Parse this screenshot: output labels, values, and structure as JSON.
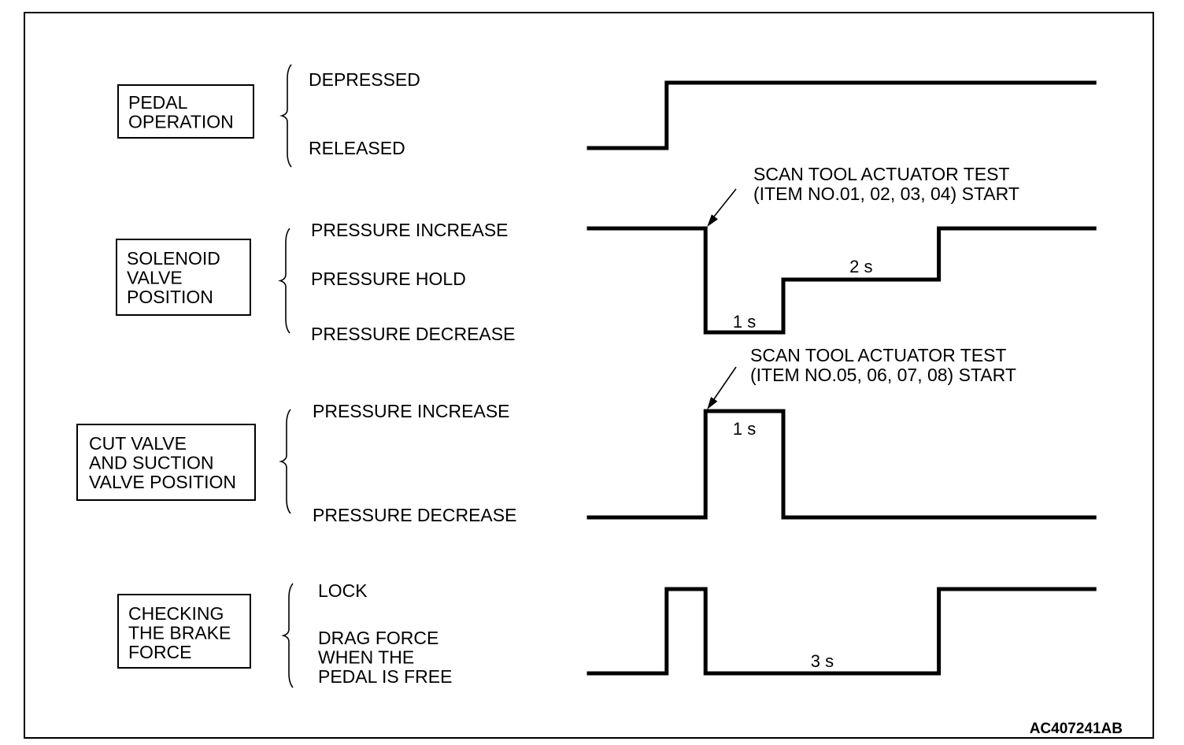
{
  "diagram": {
    "figure_code": "AC407241AB",
    "colors": {
      "line": "#000000",
      "background": "#ffffff"
    },
    "time_unit": "s",
    "rows": [
      {
        "id": "pedal",
        "title_lines": [
          "PEDAL",
          "OPERATION"
        ],
        "states": [
          "DEPRESSED",
          "RELEASED"
        ],
        "waveform": [
          {
            "from": 0,
            "to": 1,
            "state": "RELEASED"
          },
          {
            "from": 1,
            "to": 6.5,
            "state": "DEPRESSED"
          }
        ],
        "durations": []
      },
      {
        "id": "solenoid",
        "title_lines": [
          "SOLENOID",
          "VALVE",
          "POSITION"
        ],
        "states": [
          "PRESSURE INCREASE",
          "PRESSURE HOLD",
          "PRESSURE DECREASE"
        ],
        "waveform": [
          {
            "from": 0,
            "to": 1.5,
            "state": "PRESSURE INCREASE"
          },
          {
            "from": 1.5,
            "to": 2.5,
            "state": "PRESSURE DECREASE"
          },
          {
            "from": 2.5,
            "to": 4.5,
            "state": "PRESSURE HOLD"
          },
          {
            "from": 4.5,
            "to": 6.5,
            "state": "PRESSURE INCREASE"
          }
        ],
        "durations": [
          {
            "label": "1 s",
            "segment": 1
          },
          {
            "label": "2 s",
            "segment": 2
          }
        ],
        "annotation": {
          "lines": [
            "SCAN TOOL ACTUATOR TEST",
            "(ITEM NO.01, 02, 03, 04) START"
          ],
          "points_to_time": 1.5
        }
      },
      {
        "id": "cut_valve",
        "title_lines": [
          "CUT VALVE",
          "AND SUCTION",
          "VALVE POSITION"
        ],
        "states": [
          "PRESSURE INCREASE",
          "PRESSURE DECREASE"
        ],
        "waveform": [
          {
            "from": 0,
            "to": 1.5,
            "state": "PRESSURE DECREASE"
          },
          {
            "from": 1.5,
            "to": 2.5,
            "state": "PRESSURE INCREASE"
          },
          {
            "from": 2.5,
            "to": 6.5,
            "state": "PRESSURE DECREASE"
          }
        ],
        "durations": [
          {
            "label": "1 s",
            "segment": 1
          }
        ],
        "annotation": {
          "lines": [
            "SCAN TOOL ACTUATOR TEST",
            "(ITEM NO.05, 06, 07, 08) START"
          ],
          "points_to_time": 1.5
        }
      },
      {
        "id": "brake_force",
        "title_lines": [
          "CHECKING",
          "THE BRAKE",
          "FORCE"
        ],
        "states": [
          "LOCK",
          "DRAG FORCE\nWHEN THE\nPEDAL IS FREE"
        ],
        "waveform": [
          {
            "from": 0,
            "to": 1,
            "state": "DRAG FORCE\nWHEN THE\nPEDAL IS FREE"
          },
          {
            "from": 1,
            "to": 1.5,
            "state": "LOCK"
          },
          {
            "from": 1.5,
            "to": 4.5,
            "state": "DRAG FORCE\nWHEN THE\nPEDAL IS FREE"
          },
          {
            "from": 4.5,
            "to": 6.5,
            "state": "LOCK"
          }
        ],
        "durations": [
          {
            "label": "3 s",
            "segment": 2
          }
        ]
      }
    ]
  }
}
